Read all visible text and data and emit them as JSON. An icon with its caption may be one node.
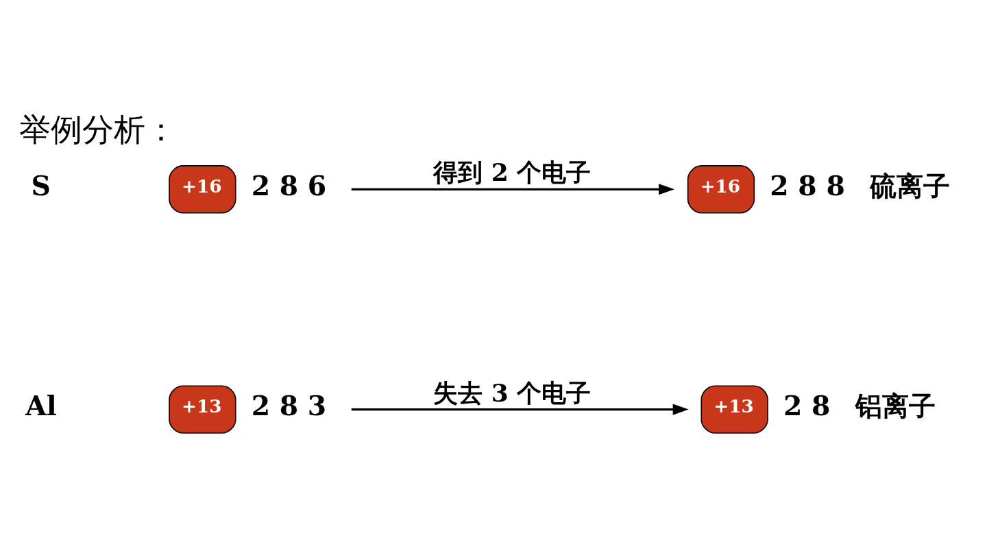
{
  "diagram": {
    "title": "举例分析：",
    "nodes": [
      {
        "text": [
          "+13"
        ],
        "beside": [
          "2 8 3"
        ]
      },
      {
        "text": [
          "+13"
        ],
        "beside": [
          "2 8",
          "铝离子"
        ]
      },
      {
        "text": [
          "+16"
        ],
        "beside": [
          "2 8 6"
        ]
      },
      {
        "text": [
          "+16"
        ],
        "beside": [
          "2 8 8",
          "硫离子"
        ]
      }
    ],
    "edges": [
      {
        "from": 0,
        "to": 1,
        "arrow": "to",
        "label": "失去 3 个电子"
      },
      {
        "from": 2,
        "to": 3,
        "arrow": "to",
        "label": "得到 2 个电子"
      }
    ],
    "labels": [
      "Al",
      "S"
    ]
  }
}
